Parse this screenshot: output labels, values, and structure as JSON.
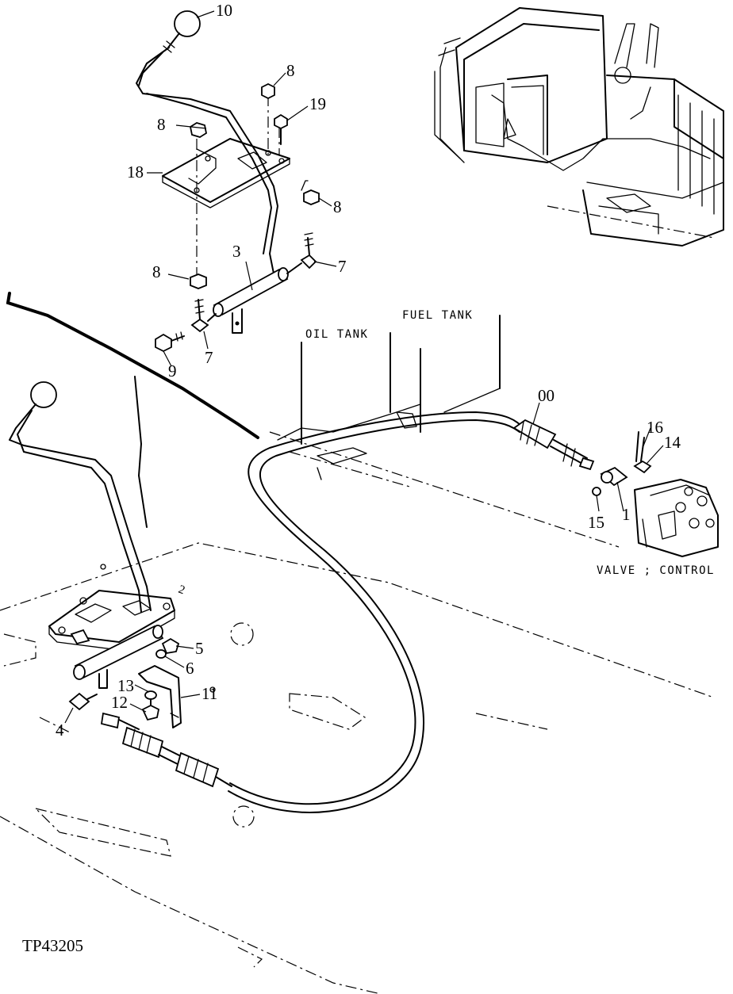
{
  "figure_id": "TP43205",
  "labels": {
    "oil_tank": "OIL TANK",
    "fuel_tank": "FUEL TANK",
    "valve_control": "VALVE ; CONTROL"
  },
  "callouts": {
    "c10": "10",
    "c8a": "8",
    "c19": "19",
    "c8b": "8",
    "c18": "18",
    "c8c": "8",
    "c3": "3",
    "c7a": "7",
    "c8d": "8",
    "c9": "9",
    "c7b": "7",
    "c00": "00",
    "c16": "16",
    "c14": "14",
    "c15": "15",
    "c1": "1",
    "c5": "5",
    "c6": "6",
    "c13": "13",
    "c11": "11",
    "c12": "12",
    "c4": "4",
    "c2": "2"
  }
}
